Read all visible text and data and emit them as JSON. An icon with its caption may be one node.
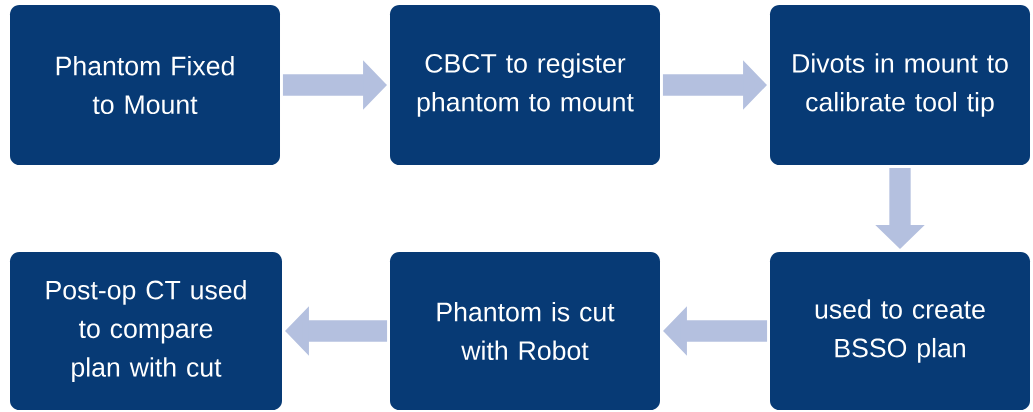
{
  "diagram": {
    "nodes": [
      {
        "text": [
          "Phantom Fixed to Mount"
        ]
      },
      {
        "text": [
          "CBCT to register phantom to mount"
        ]
      },
      {
        "text": [
          "Divots in mount to calibrate tool tip"
        ]
      },
      {
        "text": [
          "used to create BSSO plan"
        ]
      },
      {
        "text": [
          "Phantom is cut with Robot"
        ]
      },
      {
        "text": [
          "Post-op CT used to compare plan with cut"
        ]
      }
    ],
    "edges": [
      {
        "from": 0,
        "to": 1,
        "arrow": "to"
      },
      {
        "from": 1,
        "to": 2,
        "arrow": "to"
      },
      {
        "from": 2,
        "to": 3,
        "arrow": "to"
      },
      {
        "from": 3,
        "to": 4,
        "arrow": "to"
      },
      {
        "from": 4,
        "to": 5,
        "arrow": "to"
      }
    ]
  }
}
